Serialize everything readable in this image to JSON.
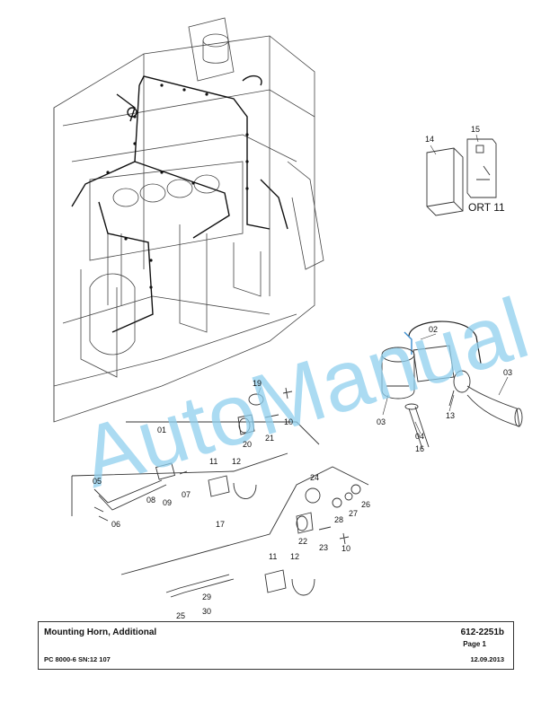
{
  "watermark": "AutoManual",
  "callouts": {
    "c14": "14",
    "c15": "15",
    "ort": "ORT 11",
    "c02": "02",
    "c03a": "03",
    "c03b": "03",
    "c13": "13",
    "c04": "04",
    "c16": "16",
    "c19": "19",
    "c10a": "10",
    "c01": "01",
    "c20": "20",
    "c21": "21",
    "c11a": "11",
    "c12a": "12",
    "c05": "05",
    "c08": "08",
    "c09": "09",
    "c07": "07",
    "c06": "06",
    "c24": "24",
    "c26": "26",
    "c27": "27",
    "c28": "28",
    "c17": "17",
    "c22": "22",
    "c23": "23",
    "c10b": "10",
    "c11b": "11",
    "c12b": "12",
    "c29": "29",
    "c25": "25",
    "c30": "30"
  },
  "titleblock": {
    "title": "Mounting Horn, Additional",
    "doc_number": "612-2251b",
    "page": "Page 1",
    "model": "PC 8000-6 SN:12 107",
    "date": "12.09.2013"
  },
  "colors": {
    "line": "#333333",
    "wire": "#222222",
    "watermark": "#8fd0ee",
    "highlight": "#3b8fd0"
  }
}
